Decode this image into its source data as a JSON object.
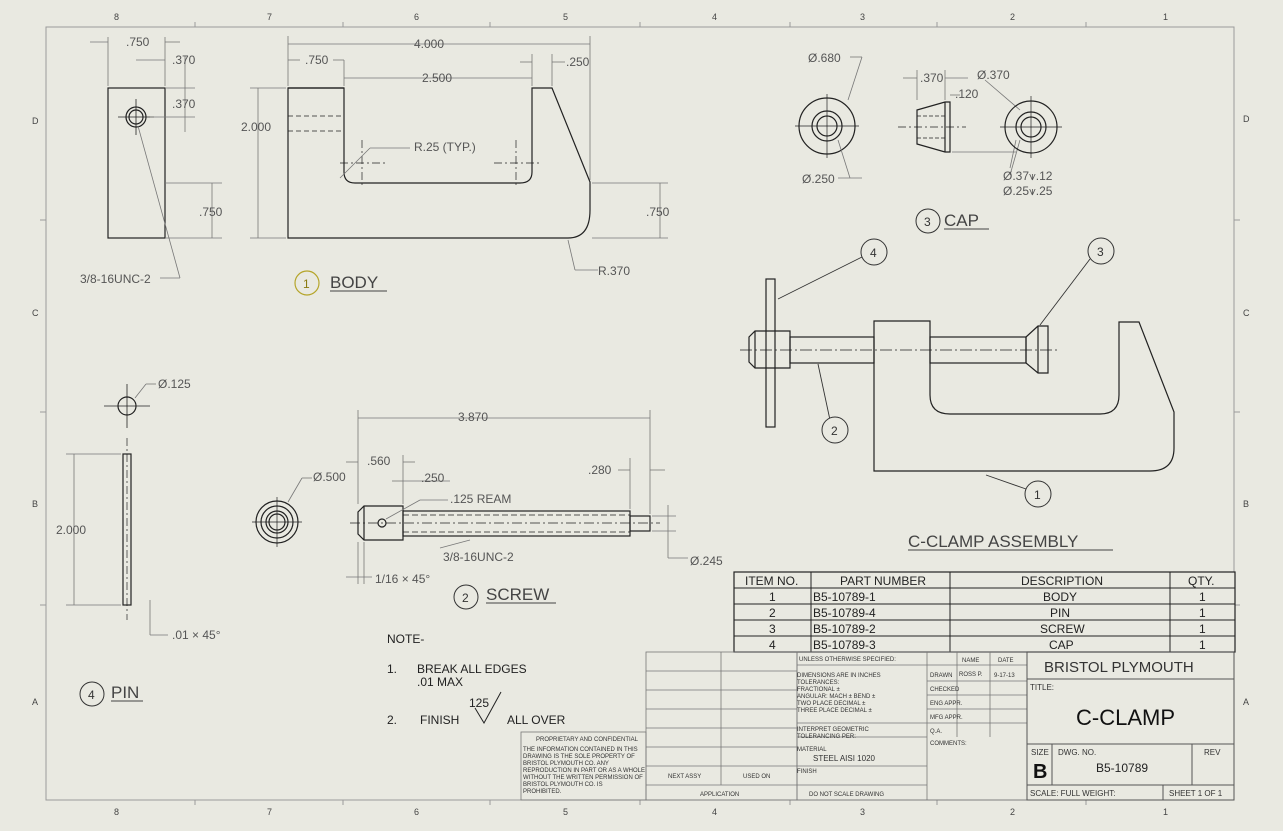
{
  "zones": {
    "cols": [
      "8",
      "7",
      "6",
      "5",
      "4",
      "3",
      "2",
      "1"
    ],
    "rows": [
      "D",
      "C",
      "B",
      "A"
    ]
  },
  "views": {
    "body": {
      "num": "1",
      "label": "BODY",
      "dims": {
        "d750top": ".750",
        "d370a": ".370",
        "d370b": ".370",
        "d750side": ".750",
        "thread": "3/8-16UNC-2",
        "d4000": "4.000",
        "d750front": ".750",
        "d2500": "2.500",
        "d250": ".250",
        "d2000": "2.000",
        "r25": "R.25 (TYP.)",
        "d750right": ".750",
        "r370": "R.370"
      }
    },
    "cap": {
      "num": "3",
      "label": "CAP",
      "dims": {
        "dia680": "Ø.680",
        "dia250": "Ø.250",
        "d370": ".370",
        "d120": ".120",
        "dia370": "Ø.370",
        "cb1": "Ø.37⩛.12",
        "cb2": "Ø.25⩛.25"
      }
    },
    "pin": {
      "num": "4",
      "label": "PIN",
      "dims": {
        "dia125": "Ø.125",
        "d2000": "2.000",
        "chamfer": ".01 × 45°"
      }
    },
    "screw": {
      "num": "2",
      "label": "SCREW",
      "dims": {
        "dia500": "Ø.500",
        "d3870": "3.870",
        "d560": ".560",
        "d250": ".250",
        "d280": ".280",
        "ream": ".125 REAM",
        "thread": "3/8-16UNC-2",
        "dia245": "Ø.245",
        "chamfer": "1/16 × 45°"
      }
    },
    "assembly": {
      "label": "C-CLAMP ASSEMBLY",
      "balloons": [
        "4",
        "3",
        "2",
        "1"
      ]
    }
  },
  "notes": {
    "heading": "NOTE-",
    "n1_num": "1.",
    "n1_text": "BREAK ALL EDGES",
    "n1_sub": ".01 MAX",
    "n2_num": "2.",
    "n2_text": "FINISH",
    "n2_value": "125",
    "n2_tail": "ALL OVER"
  },
  "bom": {
    "headers": [
      "ITEM NO.",
      "PART NUMBER",
      "DESCRIPTION",
      "QTY."
    ],
    "rows": [
      [
        "1",
        "B5-10789-1",
        "BODY",
        "1"
      ],
      [
        "2",
        "B5-10789-4",
        "PIN",
        "1"
      ],
      [
        "3",
        "B5-10789-2",
        "SCREW",
        "1"
      ],
      [
        "4",
        "B5-10789-3",
        "CAP",
        "1"
      ]
    ]
  },
  "title_block": {
    "unless": "UNLESS OTHERWISE SPECIFIED:",
    "name_hdr": "NAME",
    "date_hdr": "DATE",
    "spec_lines": [
      "DIMENSIONS ARE IN INCHES",
      "TOLERANCES:",
      "FRACTIONAL ±",
      "ANGULAR: MACH ±   BEND ±",
      "TWO PLACE DECIMAL   ±",
      "THREE PLACE DECIMAL  ±"
    ],
    "interpret": [
      "INTERPRET GEOMETRIC",
      "TOLERANCING PER:"
    ],
    "material_label": "MATERIAL",
    "material": "STEEL AISI 1020",
    "finish_label": "FINISH",
    "drawn": "DRAWN",
    "drawn_name": "ROSS P.",
    "drawn_date": "9-17-13",
    "checked": "CHECKED",
    "eng_appr": "ENG APPR.",
    "mfg_appr": "MFG APPR.",
    "qa": "Q.A.",
    "comments": "COMMENTS:",
    "company": "BRISTOL PLYMOUTH",
    "title_label": "TITLE:",
    "title": "C-CLAMP",
    "size_label": "SIZE",
    "size": "B",
    "dwg_label": "DWG.  NO.",
    "dwg_no": "B5-10789",
    "rev_label": "REV",
    "scale": "SCALE: FULL  WEIGHT:",
    "sheet": "SHEET 1 OF 1",
    "next_assy": "NEXT ASSY",
    "used_on": "USED ON",
    "application": "APPLICATION",
    "do_not_scale": "DO NOT SCALE DRAWING",
    "prop_title": "PROPRIETARY AND CONFIDENTIAL",
    "prop_lines": [
      "THE INFORMATION CONTAINED IN THIS",
      "DRAWING IS THE SOLE PROPERTY OF",
      "BRISTOL PLYMOUTH CO.  ANY",
      "REPRODUCTION IN PART OR AS A WHOLE",
      "WITHOUT THE WRITTEN PERMISSION OF",
      "BRISTOL PLYMOUTH CO. IS",
      "PROHIBITED."
    ]
  }
}
